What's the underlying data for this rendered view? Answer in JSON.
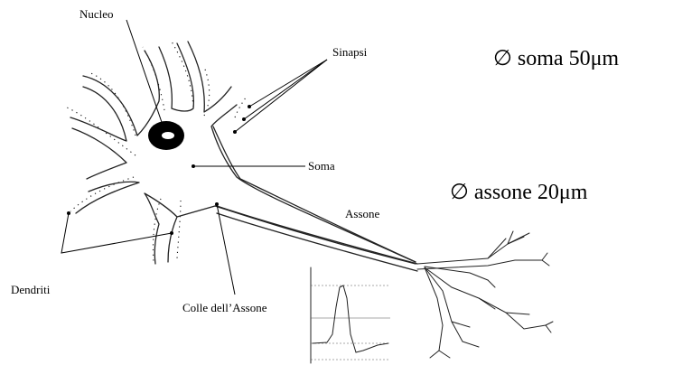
{
  "caption_fragment": "",
  "labels": {
    "nucleo": "Nucleo",
    "sinapsi": "Sinapsi",
    "soma": "Soma",
    "assone": "Assone",
    "dendriti": "Dendriti",
    "colle": "Colle dell’Assone"
  },
  "measurements": {
    "soma_diameter": "∅ soma 50μm",
    "axon_diameter": "∅ assone 20μm"
  },
  "inset_plot": {
    "tick_labels": [
      "",
      "",
      "",
      ""
    ]
  }
}
